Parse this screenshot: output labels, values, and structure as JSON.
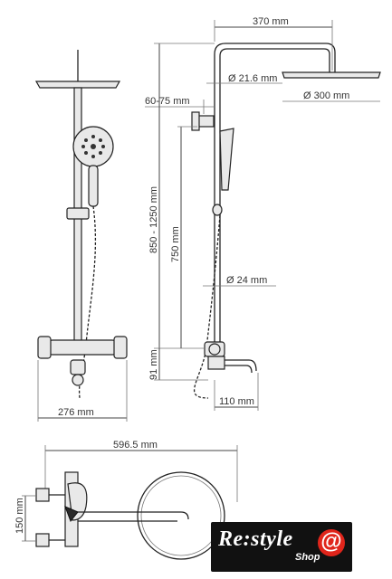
{
  "dimensions": {
    "top_width": "370 mm",
    "pipe_diameter_top": "Ø 21.6 mm",
    "head_diameter": "Ø 300 mm",
    "offset": "60-75 mm",
    "height_range": "850 - 1250 mm",
    "height_inner": "750 mm",
    "pipe_diameter_mid": "Ø 24 mm",
    "bottom_height": "91 mm",
    "spout_length": "110 mm",
    "front_width": "276 mm",
    "plan_length": "596.5 mm",
    "plan_depth": "150 mm"
  },
  "logo": {
    "brand": "Re:style",
    "shop": "Shop",
    "mark": "@",
    "colors": {
      "background": "#111111",
      "accent": "#e0251b"
    }
  }
}
